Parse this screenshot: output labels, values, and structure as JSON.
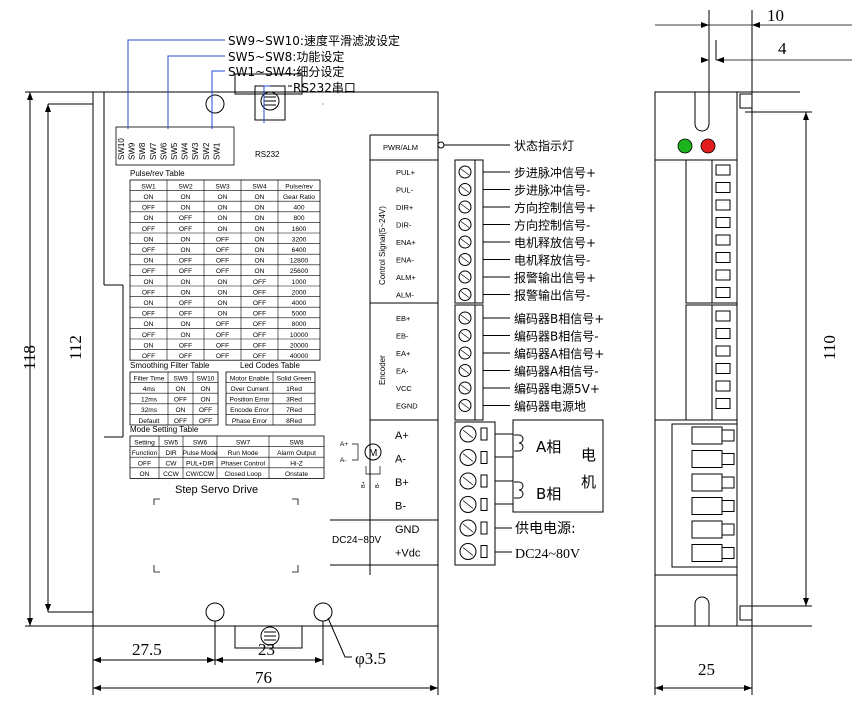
{
  "switch_callouts": [
    {
      "label": "SW9~SW10:速度平滑滤波设定"
    },
    {
      "label": "SW5~SW8:功能设定"
    },
    {
      "label": "SW1~SW4:细分设定"
    },
    {
      "label": "RS232串口"
    }
  ],
  "dip_labels": [
    "SW10",
    "SW9",
    "SW8",
    "SW7",
    "SW6",
    "SW5",
    "SW4",
    "SW3",
    "SW2",
    "SW1"
  ],
  "rs232_label": "RS232",
  "pulse_table": {
    "title": "Pulse/rev Table",
    "headers": [
      "SW1",
      "SW2",
      "SW3",
      "SW4",
      "Pulse/rev"
    ],
    "rows": [
      [
        "ON",
        "ON",
        "ON",
        "ON",
        "Gear Ratio"
      ],
      [
        "OFF",
        "ON",
        "ON",
        "ON",
        "400"
      ],
      [
        "ON",
        "OFF",
        "ON",
        "ON",
        "800"
      ],
      [
        "OFF",
        "OFF",
        "ON",
        "ON",
        "1600"
      ],
      [
        "ON",
        "ON",
        "OFF",
        "ON",
        "3200"
      ],
      [
        "OFF",
        "ON",
        "OFF",
        "ON",
        "6400"
      ],
      [
        "ON",
        "OFF",
        "OFF",
        "ON",
        "12800"
      ],
      [
        "OFF",
        "OFF",
        "OFF",
        "ON",
        "25600"
      ],
      [
        "ON",
        "ON",
        "ON",
        "OFF",
        "1000"
      ],
      [
        "OFF",
        "ON",
        "ON",
        "OFF",
        "2000"
      ],
      [
        "ON",
        "OFF",
        "ON",
        "OFF",
        "4000"
      ],
      [
        "OFF",
        "OFF",
        "ON",
        "OFF",
        "5000"
      ],
      [
        "ON",
        "ON",
        "OFF",
        "OFF",
        "8000"
      ],
      [
        "OFF",
        "ON",
        "OFF",
        "OFF",
        "10000"
      ],
      [
        "ON",
        "OFF",
        "OFF",
        "OFF",
        "20000"
      ],
      [
        "OFF",
        "OFF",
        "OFF",
        "OFF",
        "40000"
      ]
    ]
  },
  "smoothing_table": {
    "title": "Smoothing Filter Table",
    "headers": [
      "Filter Time",
      "SW9",
      "SW10"
    ],
    "rows": [
      [
        "4ms",
        "ON",
        "ON"
      ],
      [
        "12ms",
        "OFF",
        "ON"
      ],
      [
        "32ms",
        "ON",
        "OFF"
      ],
      [
        "Default",
        "OFF",
        "OFF"
      ]
    ]
  },
  "led_table": {
    "title": "Led Codes Table",
    "headers": [
      "Motor Enable",
      "Solid Green"
    ],
    "rows": [
      [
        "Over Current",
        "1Red"
      ],
      [
        "Position Error",
        "3Red"
      ],
      [
        "Encode Error",
        "7Red"
      ],
      [
        "Phase Error",
        "8Red"
      ]
    ]
  },
  "mode_table": {
    "title": "Mode Setting Table",
    "headers": [
      "Setting",
      "SW5",
      "SW6",
      "SW7",
      "SW8"
    ],
    "rows": [
      [
        "Function",
        "DIR",
        "Pulse Mode",
        "Run Mode",
        "Alarm Output"
      ],
      [
        "OFF",
        "CW",
        "PUL+DIR",
        "Phaser Control",
        "Hi-Z"
      ],
      [
        "ON",
        "CCW",
        "CW/CCW",
        "Closed Loop",
        "Onstate"
      ]
    ]
  },
  "product_name": "Step Servo Drive",
  "motor_symbol": {
    "a_plus": "A+",
    "a_minus": "A-",
    "b_plus": "B+",
    "b_minus": "B-",
    "m": "M"
  },
  "pwr_alm_label": "PWR/ALM",
  "pwr_alm_desc": "状态指示灯",
  "control_group_label": "Control Signal(5~24V)",
  "control_signals": [
    {
      "pin": "PUL+",
      "desc": "步进脉冲信号+"
    },
    {
      "pin": "PUL-",
      "desc": "步进脉冲信号-"
    },
    {
      "pin": "DIR+",
      "desc": "方向控制信号+"
    },
    {
      "pin": "DIR-",
      "desc": "方向控制信号-"
    },
    {
      "pin": "ENA+",
      "desc": "电机释放信号+"
    },
    {
      "pin": "ENA-",
      "desc": "电机释放信号-"
    },
    {
      "pin": "ALM+",
      "desc": "报警输出信号+"
    },
    {
      "pin": "ALM-",
      "desc": "报警输出信号-"
    }
  ],
  "encoder_group_label": "Encoder",
  "encoder_signals": [
    {
      "pin": "EB+",
      "desc": "编码器B相信号+"
    },
    {
      "pin": "EB-",
      "desc": "编码器B相信号-"
    },
    {
      "pin": "EA+",
      "desc": "编码器A相信号+"
    },
    {
      "pin": "EA-",
      "desc": "编码器A相信号-"
    },
    {
      "pin": "VCC",
      "desc": "编码器电源5V+"
    },
    {
      "pin": "EGND",
      "desc": "编码器电源地"
    }
  ],
  "power_pins": [
    "A+",
    "A-",
    "B+",
    "B-",
    "GND",
    "+Vdc"
  ],
  "voltage_label": "DC24~80V",
  "motor_box": {
    "a_phase": "A相",
    "b_phase": "B相",
    "motor_char_1": "电",
    "motor_char_2": "机"
  },
  "power_desc_1": "供电电源:",
  "power_desc_2": "DC24~80V",
  "dimensions": {
    "height_outer": "118",
    "height_inner": "112",
    "width_left": "27.5",
    "width_mid": "23",
    "hole": "φ3.5",
    "width_total": "76",
    "side_top_outer": "10",
    "side_top_inner": "4",
    "side_height": "110",
    "side_width": "25"
  },
  "colors": {
    "led_green": "#1db31d",
    "led_red": "#e21d1d",
    "callout_blue": "#1f4fd6"
  }
}
